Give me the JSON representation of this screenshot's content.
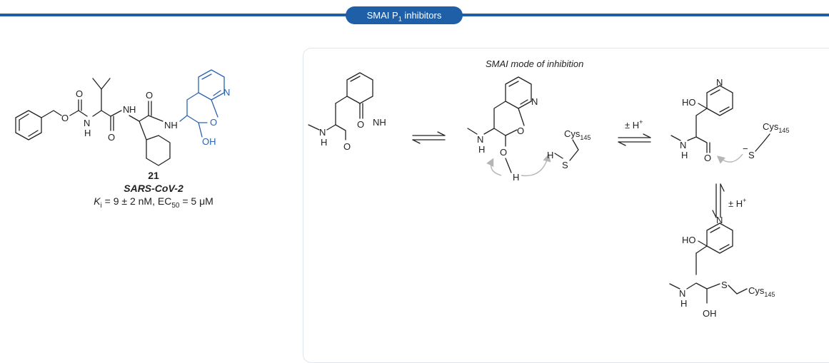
{
  "banner": {
    "label": "SMAI P",
    "label_sub": "1",
    "label_rest": " inhibitors",
    "color": "#1f5fa8"
  },
  "compound": {
    "number": "21",
    "target": "SARS-CoV-2",
    "potency_k": "K",
    "potency_k_sub": "i",
    "potency_k_rest": " = 9 ± 2 nM, EC",
    "potency_ec_sub": "50",
    "potency_ec_rest": " = 5 μM",
    "highlight_color": "#2a63b0"
  },
  "mechanism": {
    "title": "SMAI mode of inhibition",
    "atoms": {
      "O": "O",
      "N": "N",
      "H": "H",
      "NH": "NH",
      "OH": "OH",
      "HO": "HO",
      "S": "S",
      "cys": "Cys",
      "cys_sub": "145",
      "s_minus": "−",
      "plus": "+",
      "h_plus_label": "± H"
    }
  }
}
